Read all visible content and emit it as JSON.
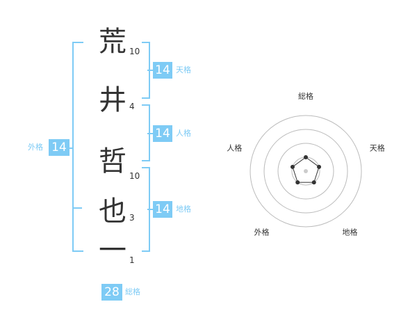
{
  "name": {
    "characters": [
      {
        "char": "荒",
        "strokes": "10"
      },
      {
        "char": "井",
        "strokes": "4"
      },
      {
        "char": "哲",
        "strokes": "10"
      },
      {
        "char": "也",
        "strokes": "3"
      },
      {
        "char": "一",
        "strokes": "1"
      }
    ]
  },
  "kaku": {
    "tenkaku": {
      "label": "天格",
      "value": "14"
    },
    "jinkaku": {
      "label": "人格",
      "value": "14"
    },
    "chikaku": {
      "label": "地格",
      "value": "14"
    },
    "gaikaku": {
      "label": "外格",
      "value": "14"
    },
    "soukaku": {
      "label": "総格",
      "value": "28"
    }
  },
  "radar": {
    "axes": [
      "総格",
      "天格",
      "地格",
      "外格",
      "人格"
    ],
    "values": [
      0.25,
      0.25,
      0.25,
      0.25,
      0.25
    ],
    "rings": 4,
    "colors": {
      "ring": "#bbbbbb",
      "line": "#333333",
      "point": "#333333",
      "center": "#cccccc"
    }
  },
  "colors": {
    "accent": "#7ecbf5",
    "text": "#333333"
  }
}
